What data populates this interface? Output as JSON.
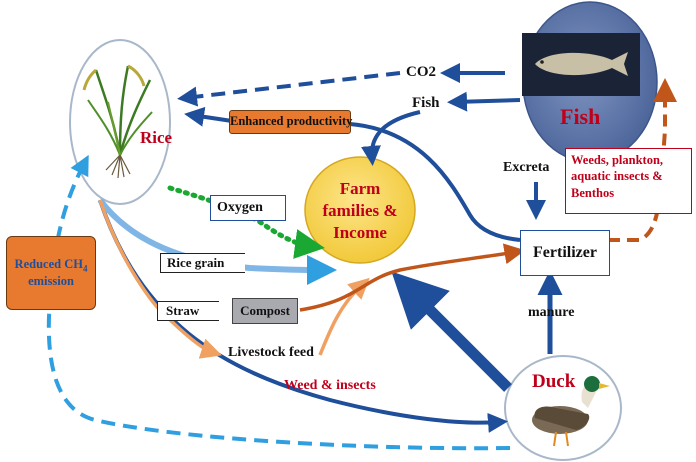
{
  "nodes": {
    "rice": "Rice",
    "fish": "Fish",
    "duck": "Duck",
    "farm": [
      "Farm",
      "families &",
      "Income"
    ],
    "fertilizer": "Fertilizer",
    "compost": "Compost"
  },
  "labels": {
    "co2": "CO2",
    "fish_flow": "Fish",
    "enhanced_productivity": "Enhanced productivity",
    "excreta": "Excreta",
    "fish_food": [
      "Weeds, plankton,",
      "aquatic insects &",
      "Benthos"
    ],
    "oxygen": "Oxygen",
    "rice_grain": "Rice grain",
    "straw": "Straw",
    "livestock_feed": "Livestock feed",
    "manure": "manure",
    "weed_insects": "Weed & insects",
    "reduced_ch4": [
      "Reduced CH",
      "4",
      "emission"
    ]
  },
  "colors": {
    "dark_blue": "#1f4e9a",
    "light_blue": "#2f9fe0",
    "orange": "#c0561a",
    "peach": "#f0a060",
    "green": "#1aa832",
    "red_text": "#c0001a",
    "farm_fill": "#f9d84a",
    "orange_box": "#e87a30",
    "fish_circle": "#5a74a8"
  }
}
